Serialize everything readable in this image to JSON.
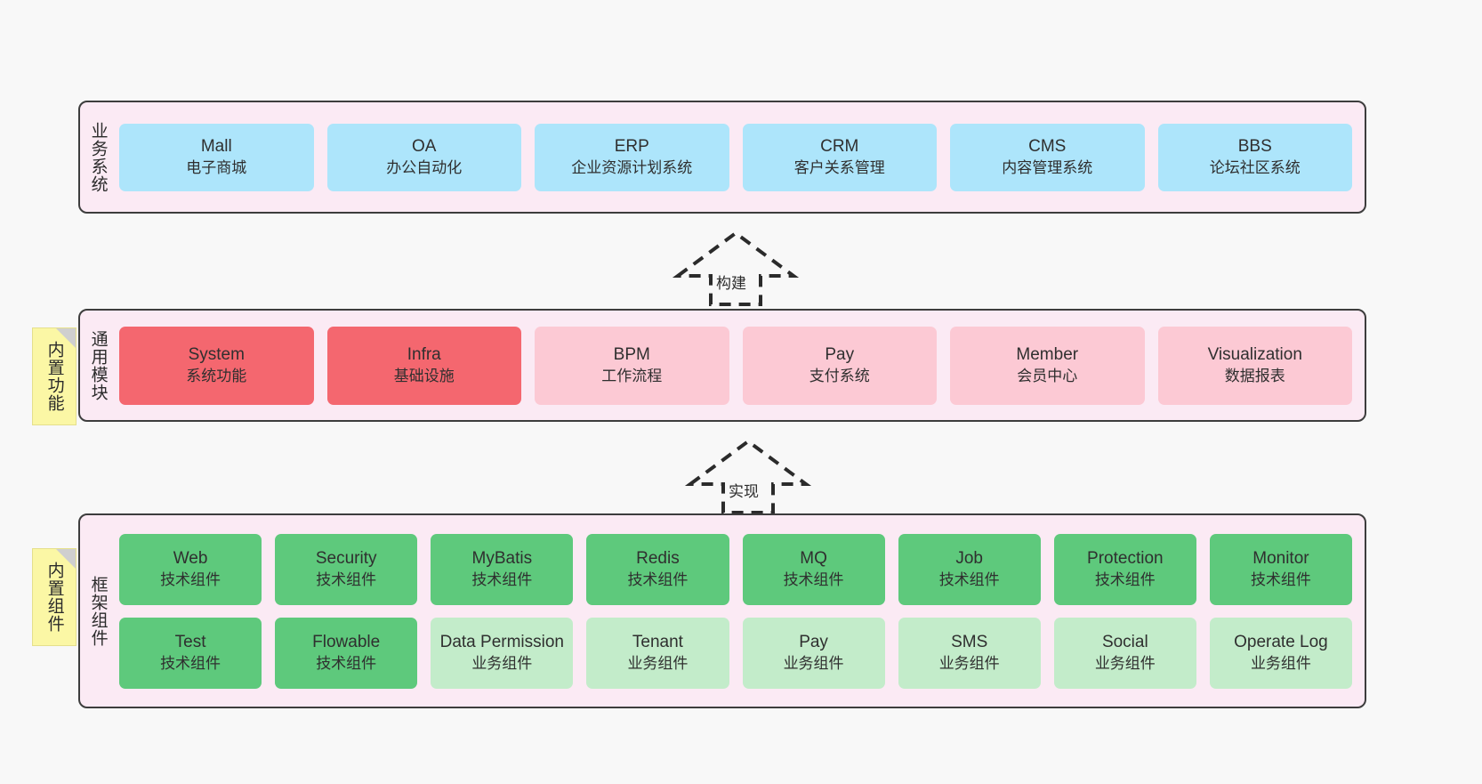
{
  "diagram": {
    "background": "#f8f8f8",
    "layer_fill": "#fbeaf4",
    "layer_border": "#3d3d3d"
  },
  "layers": [
    {
      "id": "business",
      "title": "业务系统",
      "card_color": "#ade5fb",
      "rows": [
        [
          {
            "name": "Mall",
            "desc": "电子商城"
          },
          {
            "name": "OA",
            "desc": "办公自动化"
          },
          {
            "name": "ERP",
            "desc": "企业资源计划系统"
          },
          {
            "name": "CRM",
            "desc": "客户关系管理"
          },
          {
            "name": "CMS",
            "desc": "内容管理系统"
          },
          {
            "name": "BBS",
            "desc": "论坛社区系统"
          }
        ]
      ]
    },
    {
      "id": "modules",
      "title": "通用模块",
      "card_color": "#fcc9d4",
      "highlight_color": "#f4676f",
      "note": "内置功能",
      "rows": [
        [
          {
            "name": "System",
            "desc": "系统功能",
            "highlight": true
          },
          {
            "name": "Infra",
            "desc": "基础设施",
            "highlight": true
          },
          {
            "name": "BPM",
            "desc": "工作流程",
            "highlight": false
          },
          {
            "name": "Pay",
            "desc": "支付系统",
            "highlight": false
          },
          {
            "name": "Member",
            "desc": "会员中心",
            "highlight": false
          },
          {
            "name": "Visualization",
            "desc": "数据报表",
            "highlight": false
          }
        ]
      ]
    },
    {
      "id": "framework",
      "title": "框架组件",
      "card_color": "#5ec97c",
      "soft_color": "#c3ecca",
      "note": "内置组件",
      "rows": [
        [
          {
            "name": "Web",
            "desc": "技术组件",
            "soft": false
          },
          {
            "name": "Security",
            "desc": "技术组件",
            "soft": false
          },
          {
            "name": "MyBatis",
            "desc": "技术组件",
            "soft": false
          },
          {
            "name": "Redis",
            "desc": "技术组件",
            "soft": false
          },
          {
            "name": "MQ",
            "desc": "技术组件",
            "soft": false
          },
          {
            "name": "Job",
            "desc": "技术组件",
            "soft": false
          },
          {
            "name": "Protection",
            "desc": "技术组件",
            "soft": false
          },
          {
            "name": "Monitor",
            "desc": "技术组件",
            "soft": false
          }
        ],
        [
          {
            "name": "Test",
            "desc": "技术组件",
            "soft": false
          },
          {
            "name": "Flowable",
            "desc": "技术组件",
            "soft": false
          },
          {
            "name": "Data Permission",
            "desc": "业务组件",
            "soft": true
          },
          {
            "name": "Tenant",
            "desc": "业务组件",
            "soft": true
          },
          {
            "name": "Pay",
            "desc": "业务组件",
            "soft": true
          },
          {
            "name": "SMS",
            "desc": "业务组件",
            "soft": true
          },
          {
            "name": "Social",
            "desc": "业务组件",
            "soft": true
          },
          {
            "name": "Operate Log",
            "desc": "业务组件",
            "soft": true
          }
        ]
      ]
    }
  ],
  "arrows": [
    {
      "id": "build",
      "label": "构建"
    },
    {
      "id": "implement",
      "label": "实现"
    }
  ]
}
